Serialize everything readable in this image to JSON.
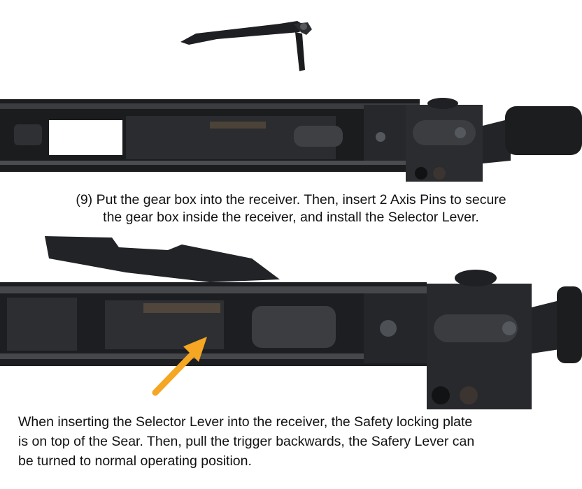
{
  "step_caption": {
    "line1": "(9) Put the gear box into the receiver.  Then, insert 2 Axis Pins to secure",
    "line2": "the gear box inside the receiver, and install the Selector Lever."
  },
  "note_caption": {
    "line1": "When inserting the Selector Lever into the receiver, the Safety locking plate",
    "line2": "is on top of the Sear. Then, pull the trigger backwards, the Safery Lever can",
    "line3": "be turned to normal operating position."
  },
  "colors": {
    "metal_dark": "#1b1c1e",
    "metal_mid": "#34363a",
    "metal_light": "#5a5d62",
    "arrow": "#f5a623"
  },
  "icons": [
    "selector-lever-part",
    "receiver-top-view",
    "receiver-closeup-view",
    "orange-arrow-icon"
  ]
}
